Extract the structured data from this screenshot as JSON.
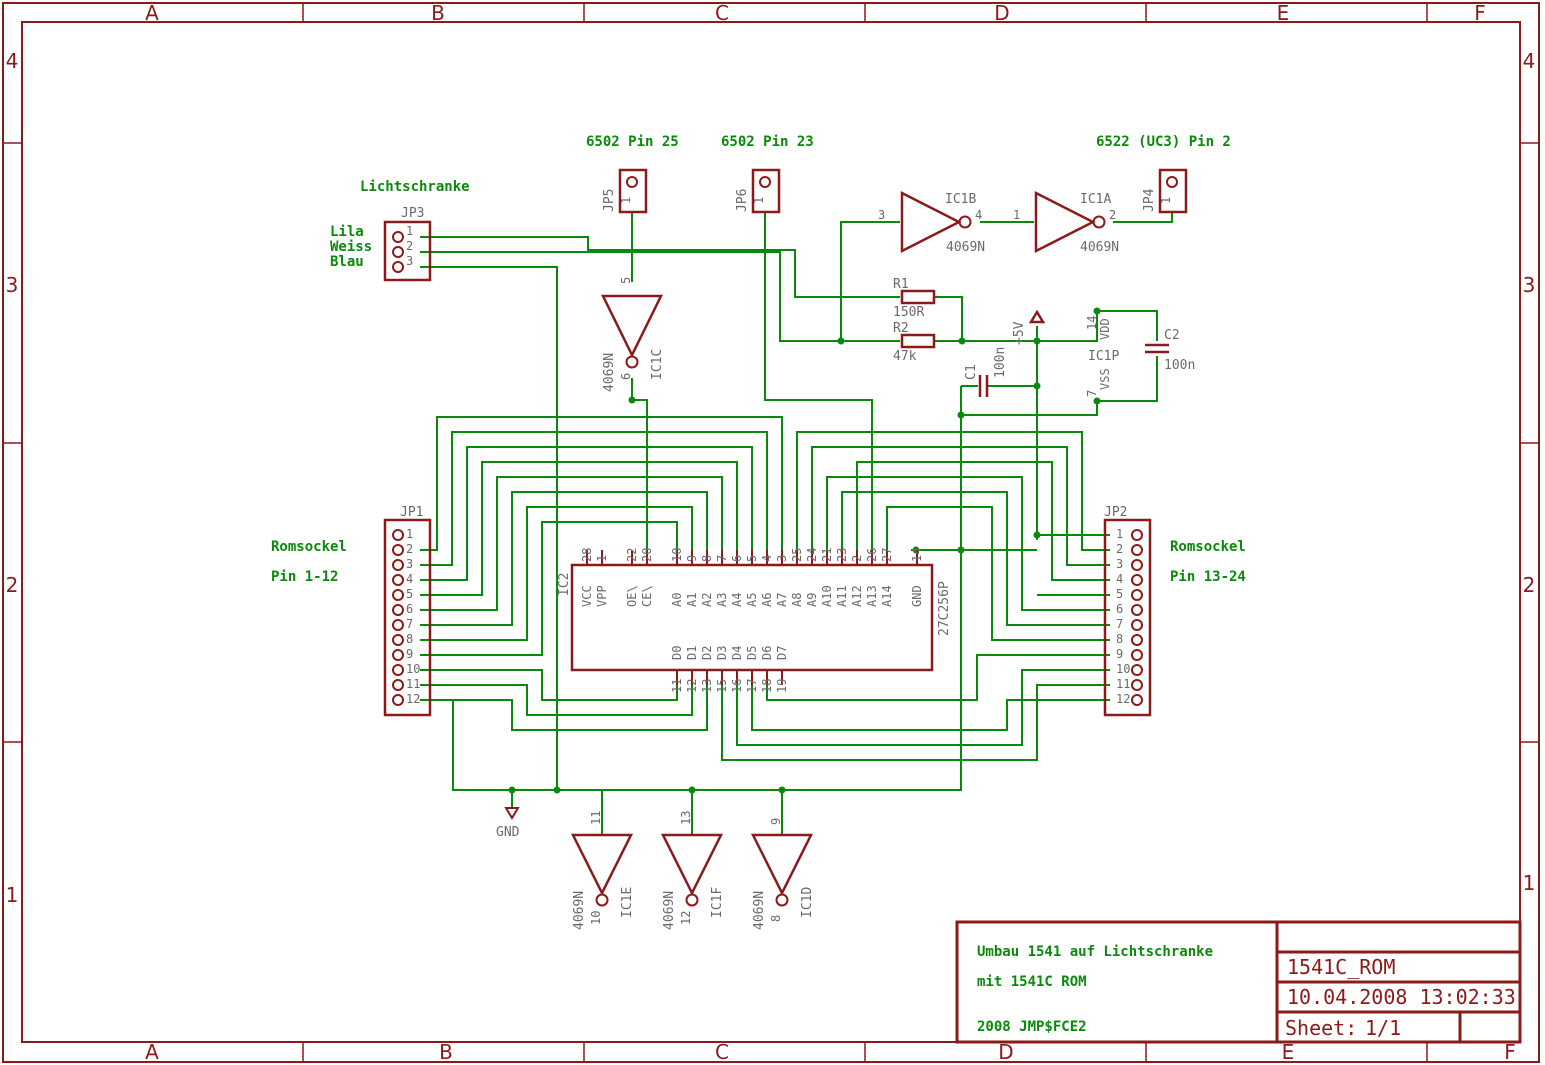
{
  "frame": {
    "columns": [
      "A",
      "B",
      "C",
      "D",
      "E",
      "F"
    ],
    "rows": [
      "4",
      "3",
      "2",
      "1"
    ]
  },
  "labels": {
    "lichtschranke": "Lichtschranke",
    "lila": "Lila",
    "weiss": "Weiss",
    "blau": "Blau",
    "jp5_net": "6502 Pin 25",
    "jp6_net": "6502 Pin 23",
    "jp4_net": "6522 (UC3) Pin 2",
    "romsockel_left": "Romsockel",
    "pins_left": "Pin 1-12",
    "romsockel_right": "Romsockel",
    "pins_right": "Pin 13-24"
  },
  "parts": {
    "jp3": "JP3",
    "jp5": "JP5",
    "jp6": "JP6",
    "jp4": "JP4",
    "jp1": "JP1",
    "jp2": "JP2",
    "ic1b": "IC1B",
    "ic1a": "IC1A",
    "ic1c": "IC1C",
    "ic1e": "IC1E",
    "ic1f": "IC1F",
    "ic1d": "IC1D",
    "ic1p": "IC1P",
    "ic2": "IC2",
    "ic2_value": "27C256P",
    "gate_value": "4069N",
    "r1": "R1",
    "r1_value": "150R",
    "r2": "R2",
    "r2_value": "47k",
    "c1": "C1",
    "c1_value": "100n",
    "c2": "C2",
    "c2_value": "100n",
    "vcc": "+5V",
    "gnd": "GND",
    "vdd": "VDD",
    "vss": "VSS"
  },
  "ic2_top_pins": [
    "VCC",
    "VPP",
    "OE\\",
    "CE\\",
    "A0",
    "A1",
    "A2",
    "A3",
    "A4",
    "A5",
    "A6",
    "A7",
    "A8",
    "A9",
    "A10",
    "A11",
    "A12",
    "A13",
    "A14",
    "GND"
  ],
  "ic2_top_nums": [
    "28",
    "1",
    "22",
    "20",
    "10",
    "9",
    "8",
    "7",
    "6",
    "5",
    "4",
    "3",
    "25",
    "24",
    "21",
    "23",
    "2",
    "26",
    "27",
    "14"
  ],
  "ic2_bottom_pins": [
    "D0",
    "D1",
    "D2",
    "D3",
    "D4",
    "D5",
    "D6",
    "D7"
  ],
  "ic2_bottom_nums": [
    "11",
    "12",
    "13",
    "15",
    "16",
    "17",
    "18",
    "19"
  ],
  "header_pins": [
    "1",
    "2",
    "3",
    "4",
    "5",
    "6",
    "7",
    "8",
    "9",
    "10",
    "11",
    "12"
  ],
  "title_block": {
    "line1": "Umbau 1541 auf Lichtschranke",
    "line2": "mit 1541C ROM",
    "line3": "2008 JMP$FCE2",
    "name": "1541C_ROM",
    "date": "10.04.2008 13:02:33",
    "sheet_label": "Sheet:",
    "sheet_value": "1/1"
  },
  "colors": {
    "frame": "#8b1a1a",
    "wire": "#0a8a0a",
    "text_grey": "#6a6a6a"
  }
}
